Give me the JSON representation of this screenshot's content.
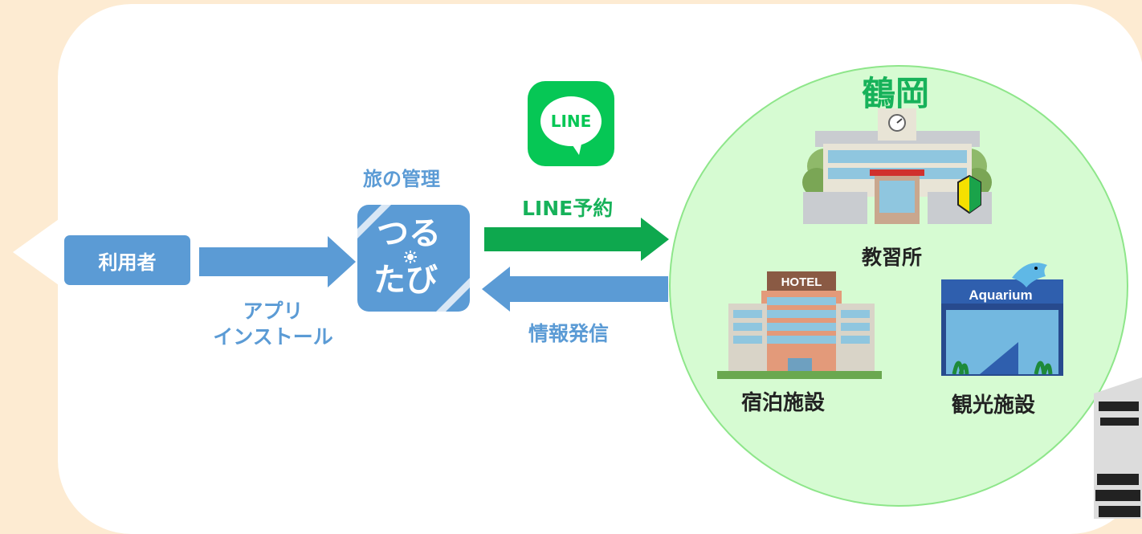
{
  "user_label": "利用者",
  "install_line1": "アプリ",
  "install_line2": "インストール",
  "manage_label": "旅の管理",
  "app_line1": "つる",
  "app_line2": "たび",
  "line_logo_text": "LINE",
  "line_booking": "LINE予約",
  "info_label": "情報発信",
  "city_name": "鶴岡",
  "school_label": "教習所",
  "hotel_sign": "HOTEL",
  "lodging_label": "宿泊施設",
  "aquarium_sign": "Aquarium",
  "tourism_label": "観光施設",
  "colors": {
    "background": "#fdebd2",
    "accent_blue": "#5b9bd5",
    "line_green": "#06c755",
    "arrow_green": "#0ea84e",
    "city_fill": "#d6fbd2",
    "city_text": "#17b25a"
  },
  "icons": [
    "line-app-icon",
    "tsurutabi-app-icon",
    "driving-school-building",
    "hotel-building",
    "aquarium-building",
    "beginner-driver-mark"
  ]
}
